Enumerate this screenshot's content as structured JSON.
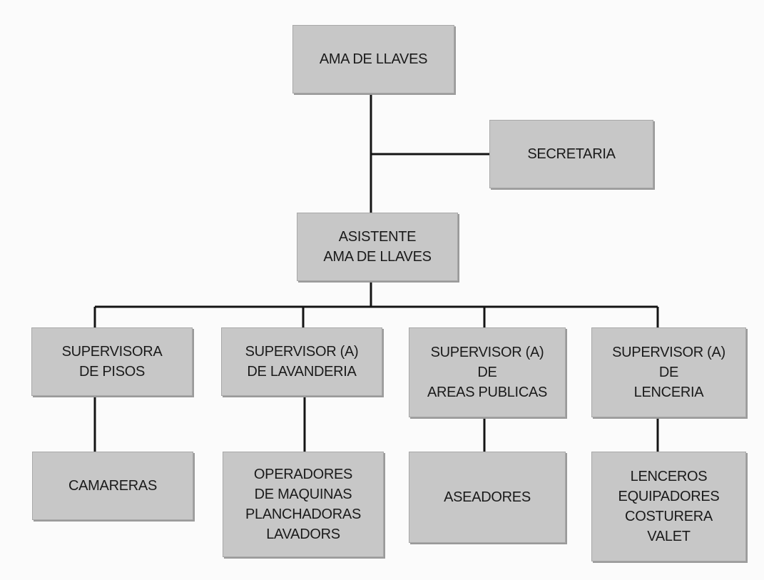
{
  "org_chart": {
    "nodes": {
      "ama": {
        "lines": [
          "AMA DE LLAVES"
        ]
      },
      "secretaria": {
        "lines": [
          "SECRETARIA"
        ]
      },
      "asistente": {
        "lines": [
          "ASISTENTE",
          "AMA DE LLAVES"
        ]
      },
      "sup_pisos": {
        "lines": [
          "SUPERVISORA",
          "DE PISOS"
        ]
      },
      "sup_lavanderia": {
        "lines": [
          "SUPERVISOR (A)",
          "DE LAVANDERIA"
        ]
      },
      "sup_areas": {
        "lines": [
          "SUPERVISOR (A)",
          "DE",
          "AREAS PUBLICAS"
        ]
      },
      "sup_lenceria": {
        "lines": [
          "SUPERVISOR (A)",
          "DE",
          "LENCERIA"
        ]
      },
      "camareras": {
        "lines": [
          "CAMARERAS"
        ]
      },
      "operadores": {
        "lines": [
          "OPERADORES",
          "DE MAQUINAS",
          "PLANCHADORAS",
          "LAVADORS"
        ]
      },
      "aseadores": {
        "lines": [
          "ASEADORES"
        ]
      },
      "lenceros": {
        "lines": [
          "LENCEROS",
          "EQUIPADORES",
          "COSTURERA",
          "VALET"
        ]
      }
    },
    "edges": [
      [
        "ama",
        "asistente"
      ],
      [
        "ama",
        "secretaria"
      ],
      [
        "asistente",
        "sup_pisos"
      ],
      [
        "asistente",
        "sup_lavanderia"
      ],
      [
        "asistente",
        "sup_areas"
      ],
      [
        "asistente",
        "sup_lenceria"
      ],
      [
        "sup_pisos",
        "camareras"
      ],
      [
        "sup_lavanderia",
        "operadores"
      ],
      [
        "sup_areas",
        "aseadores"
      ],
      [
        "sup_lenceria",
        "lenceros"
      ]
    ],
    "colors": {
      "box_fill": "#c7c7c7",
      "line": "#141414",
      "background": "#fbfbfb"
    }
  }
}
